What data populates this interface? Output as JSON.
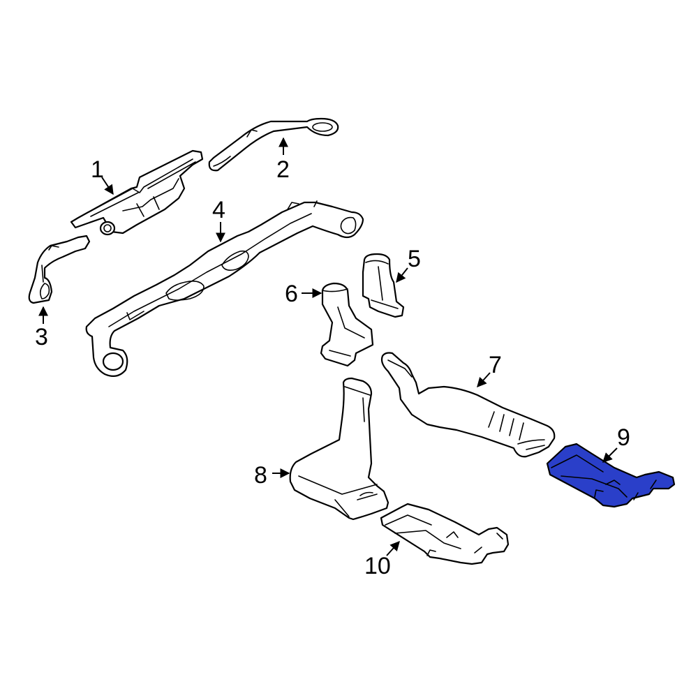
{
  "highlight_color": "#2a3fc9",
  "callouts": {
    "c1": "1",
    "c2": "2",
    "c3": "3",
    "c4": "4",
    "c5": "5",
    "c6": "6",
    "c7": "7",
    "c8": "8",
    "c9": "9",
    "c10": "10"
  },
  "highlighted_part": "9"
}
